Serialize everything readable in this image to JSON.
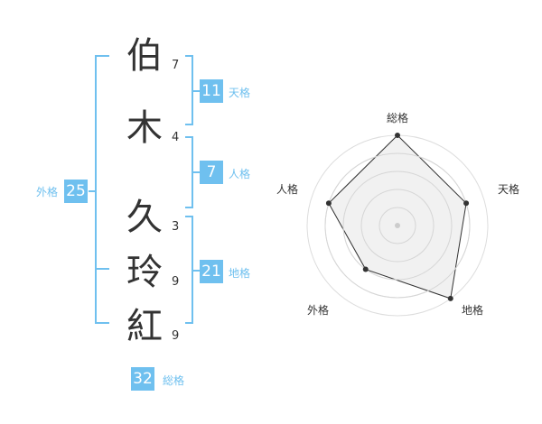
{
  "name_characters": [
    {
      "char": "伯",
      "strokes": "7"
    },
    {
      "char": "木",
      "strokes": "4"
    },
    {
      "char": "久",
      "strokes": "3"
    },
    {
      "char": "玲",
      "strokes": "9"
    },
    {
      "char": "紅",
      "strokes": "9"
    }
  ],
  "fortunes": {
    "tenkaku": {
      "label": "天格",
      "value": "11"
    },
    "jinkaku": {
      "label": "人格",
      "value": "7"
    },
    "chikaku": {
      "label": "地格",
      "value": "21"
    },
    "gaikaku": {
      "label": "外格",
      "value": "25"
    },
    "soukaku": {
      "label": "総格",
      "value": "32"
    }
  },
  "colors": {
    "accent": "#6fc0ef",
    "text": "#333333",
    "radar_fill": "#efefef",
    "radar_line": "#333333",
    "grid": "#dddddd"
  },
  "chart_data": {
    "type": "radar",
    "axes": [
      "総格",
      "天格",
      "地格",
      "外格",
      "人格"
    ],
    "max": 5,
    "rings": 5,
    "values": [
      5,
      4,
      5,
      3,
      4
    ]
  }
}
